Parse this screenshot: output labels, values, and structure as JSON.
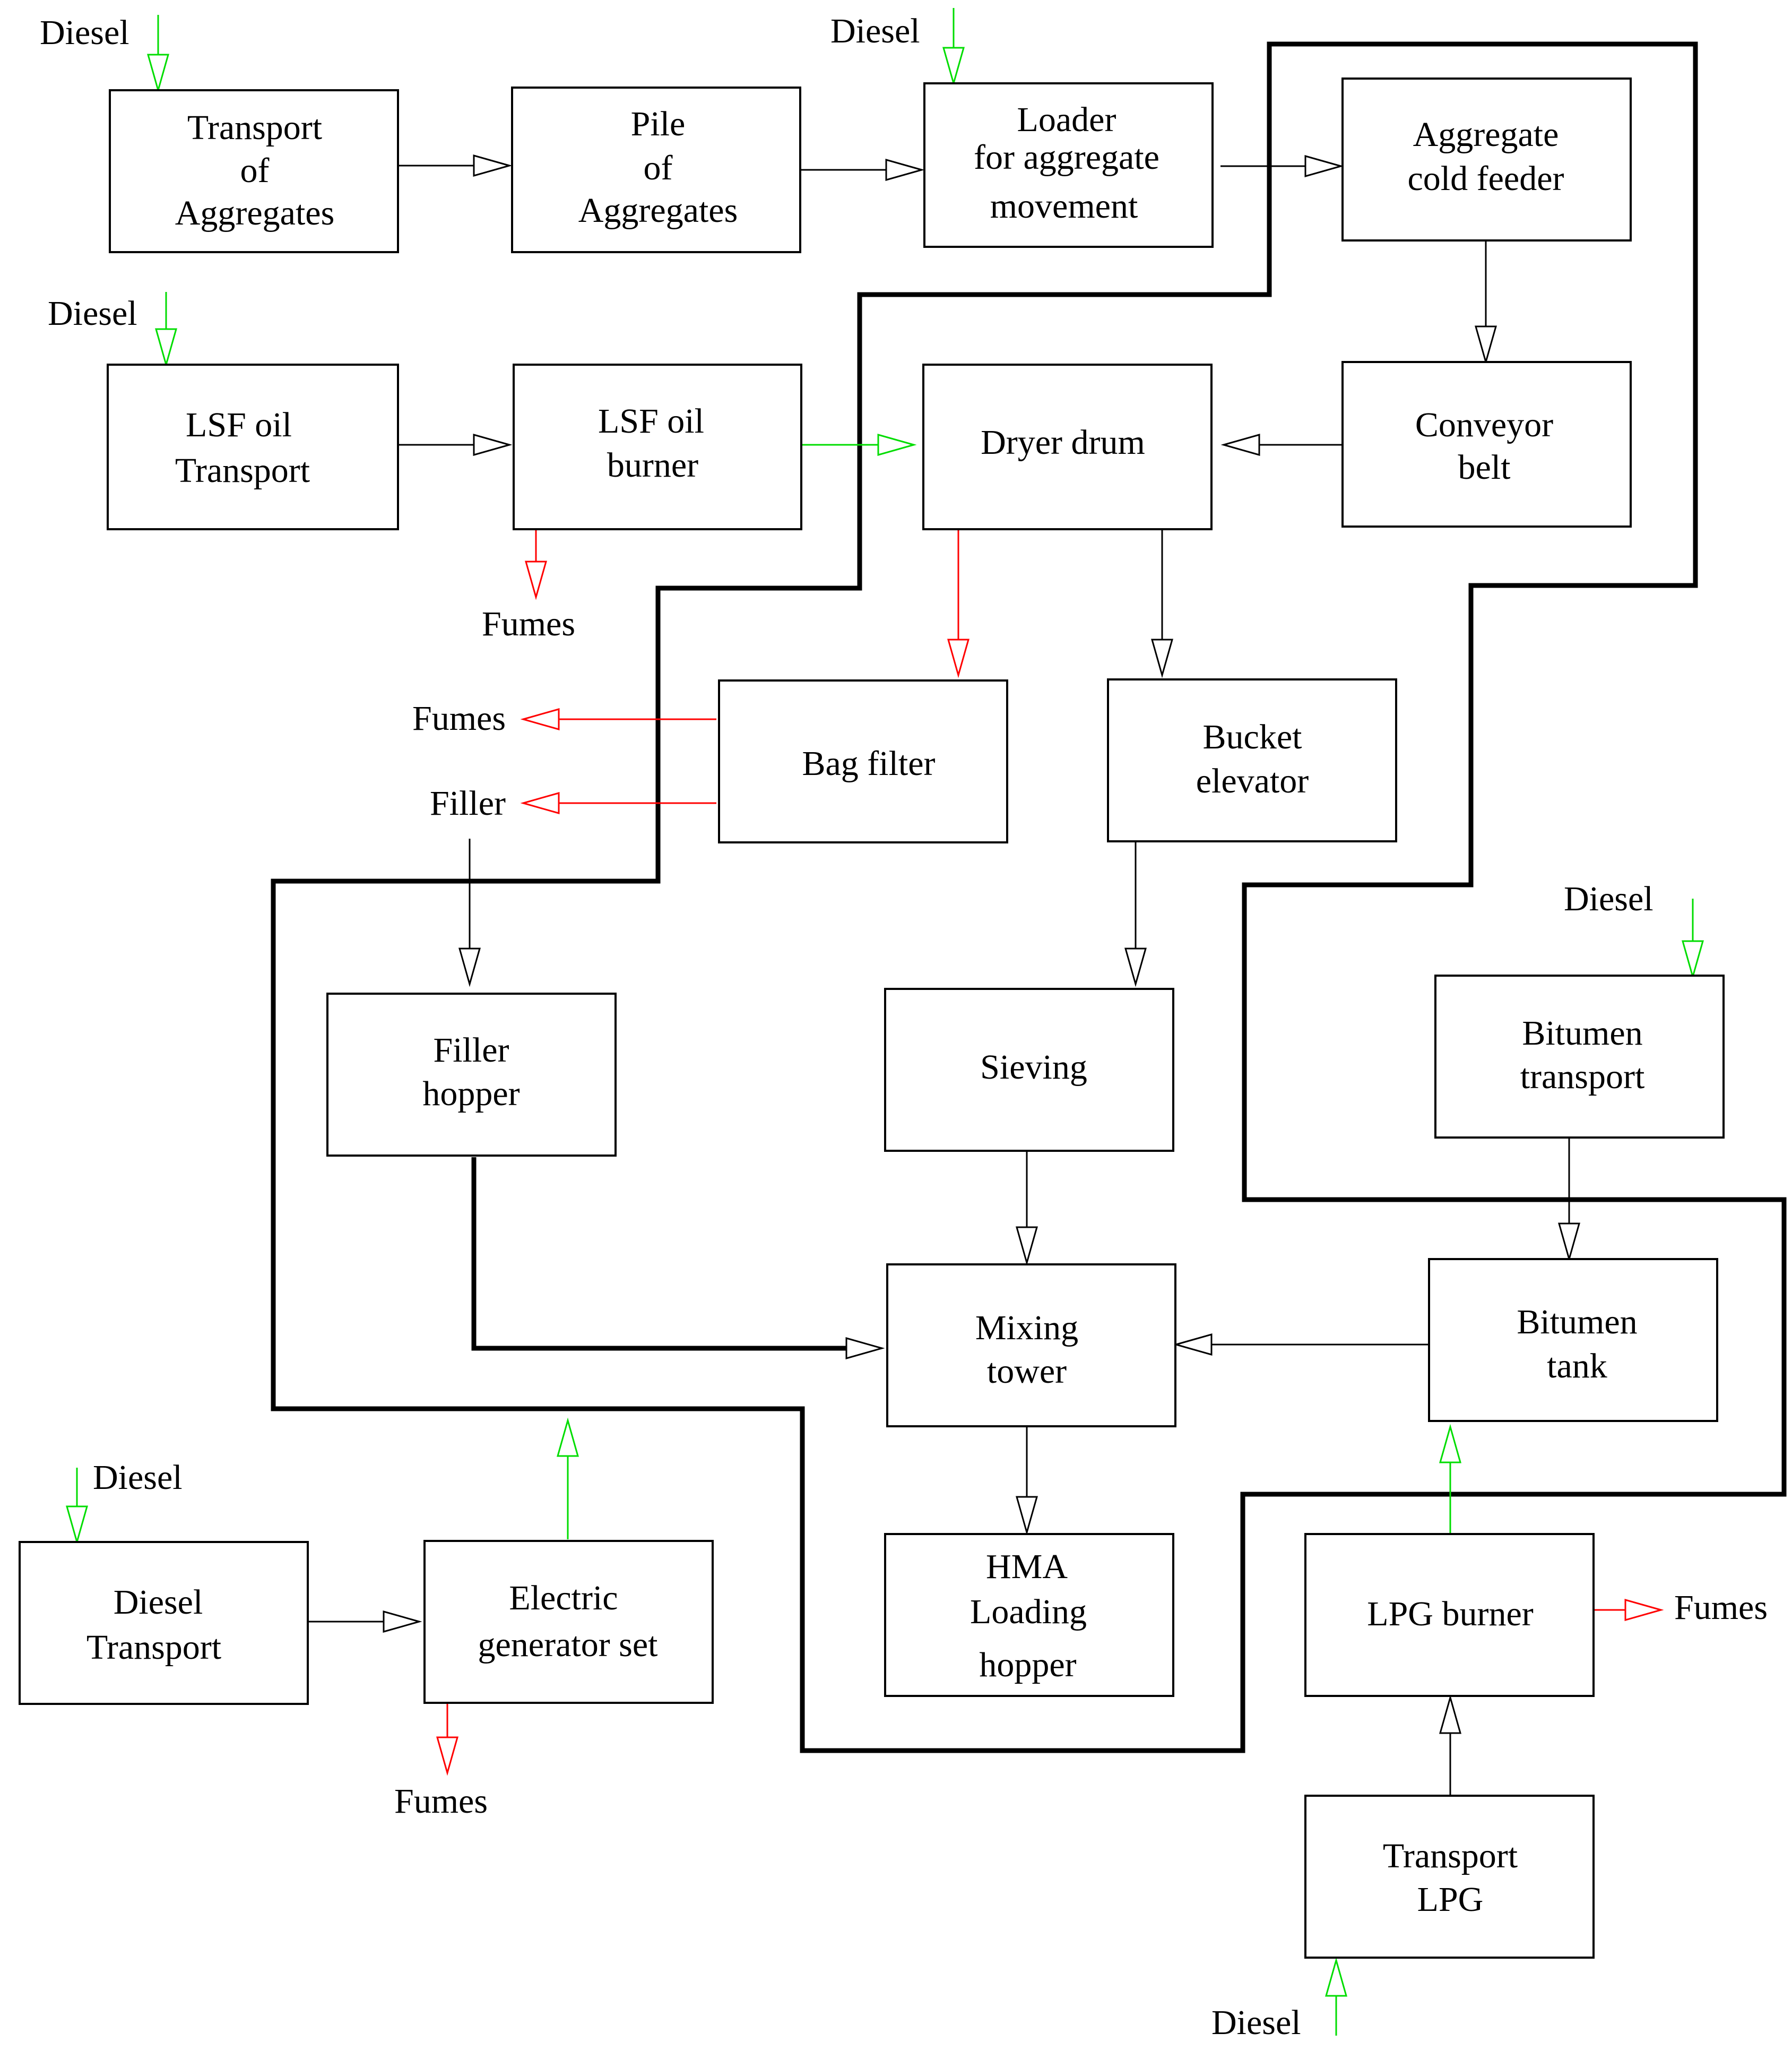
{
  "colors": {
    "material_flow": "#000000",
    "emission_flow": "#ff0000",
    "energy_flow": "#00dd00",
    "system_boundary": "#000000"
  },
  "boxes": {
    "transport_aggregates": [
      "Transport",
      "of",
      "Aggregates"
    ],
    "pile_aggregates": [
      "Pile",
      "of",
      "Aggregates"
    ],
    "loader": [
      "Loader",
      "for aggregate",
      "movement"
    ],
    "cold_feeder": [
      "Aggregate",
      "cold feeder"
    ],
    "lsf_transport": [
      "LSF oil",
      "Transport"
    ],
    "lsf_burner": [
      "LSF oil",
      "burner"
    ],
    "dryer_drum": [
      "Dryer drum"
    ],
    "conveyor_belt": [
      "Conveyor",
      "belt"
    ],
    "bag_filter": [
      "Bag filter"
    ],
    "bucket_elevator": [
      "Bucket",
      "elevator"
    ],
    "filler_hopper": [
      "Filler",
      "hopper"
    ],
    "sieving": [
      "Sieving"
    ],
    "bitumen_transport": [
      "Bitumen",
      "transport"
    ],
    "mixing_tower": [
      "Mixing",
      "tower"
    ],
    "bitumen_tank": [
      "Bitumen",
      "tank"
    ],
    "hma_hopper": [
      "HMA",
      "Loading",
      "hopper"
    ],
    "diesel_transport": [
      "Diesel",
      "Transport"
    ],
    "generator": [
      "Electric",
      "generator set"
    ],
    "lpg_burner": [
      "LPG burner"
    ],
    "transport_lpg": [
      "Transport",
      "LPG"
    ]
  },
  "labels": {
    "diesel_1": "Diesel",
    "diesel_2": "Diesel",
    "diesel_3": "Diesel",
    "diesel_4": "Diesel",
    "diesel_5": "Diesel",
    "diesel_6": "Diesel",
    "fumes_lsf": "Fumes",
    "fumes_bag": "Fumes",
    "filler_bag": "Filler",
    "fumes_gen": "Fumes",
    "fumes_lpg": "Fumes"
  }
}
